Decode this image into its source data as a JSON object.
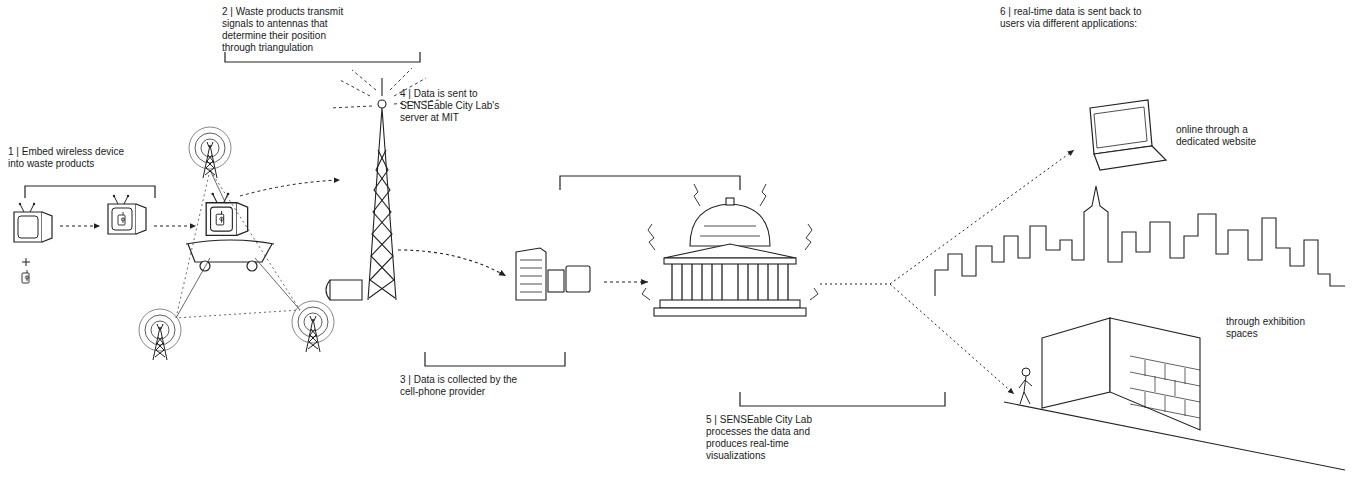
{
  "diagram": {
    "labels": [
      "1 | Embed wireless device into waste products",
      "2 | Waste products transmit signals to antennas that determine their position through triangulation",
      "3 | Data is collected by the cell-phone provider",
      "4 | Data is sent to SENSEable City Lab's server at MIT",
      "5 | SENSEable City Lab processes the data and produces real-time visualizations",
      "6 | real-time data is sent back to users via different applications:",
      "online through a dedicated website",
      "through exhibition spaces"
    ]
  }
}
